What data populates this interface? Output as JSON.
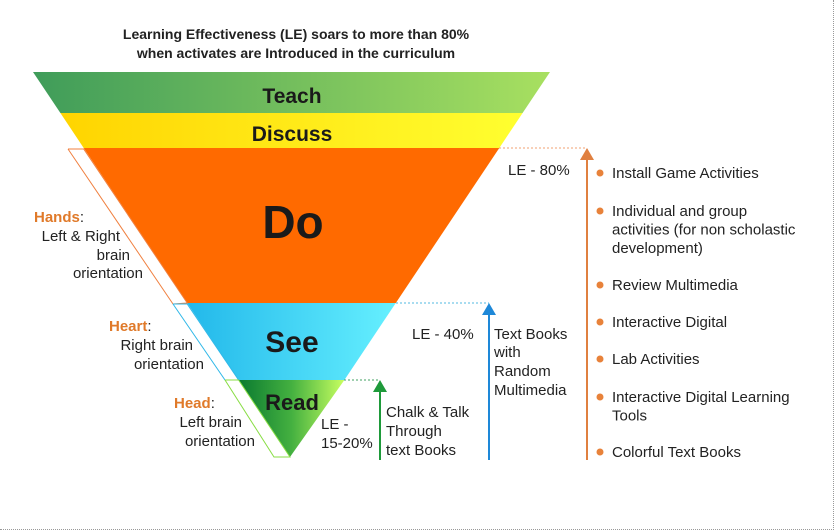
{
  "title_lines": [
    "Learning Effectiveness (LE) soars to more than 80%",
    "when activates are Introduced in the curriculum"
  ],
  "levels": {
    "teach": "Teach",
    "discuss": "Discuss",
    "do": "Do",
    "see": "See",
    "read": "Read"
  },
  "left_labels": {
    "hands": {
      "key": "Hands",
      "colon": ":",
      "lines": [
        "Left & Right",
        "brain",
        "orientation"
      ]
    },
    "heart": {
      "key": "Heart",
      "colon": ":",
      "lines": [
        "Right brain",
        "orientation"
      ]
    },
    "head": {
      "key": "Head",
      "colon": ":",
      "lines": [
        "Left brain",
        "orientation"
      ]
    }
  },
  "le": {
    "read": [
      "LE -",
      "15-20%"
    ],
    "see": "LE - 40%",
    "do": "LE - 80%"
  },
  "methods": {
    "read": [
      "Chalk & Talk",
      "Through",
      "text Books"
    ],
    "see": [
      "Text Books",
      "with",
      "Random",
      "Multimedia"
    ]
  },
  "activities": [
    [
      "Install Game  Activities"
    ],
    [
      "Individual and group",
      "activities (for non scholastic",
      "development)"
    ],
    [
      "Review Multimedia"
    ],
    [
      "Interactive Digital"
    ],
    [
      "Lab Activities"
    ],
    [
      "Interactive Digital Learning",
      "Tools"
    ],
    [
      "Colorful Text Books"
    ]
  ],
  "colors": {
    "orange": "#ff6a00",
    "cyan": "#33ccee",
    "yellow": "#ffee00",
    "green": "#1e9a3a",
    "blue": "#1e88d8",
    "label_orange": "#e07a2a"
  }
}
